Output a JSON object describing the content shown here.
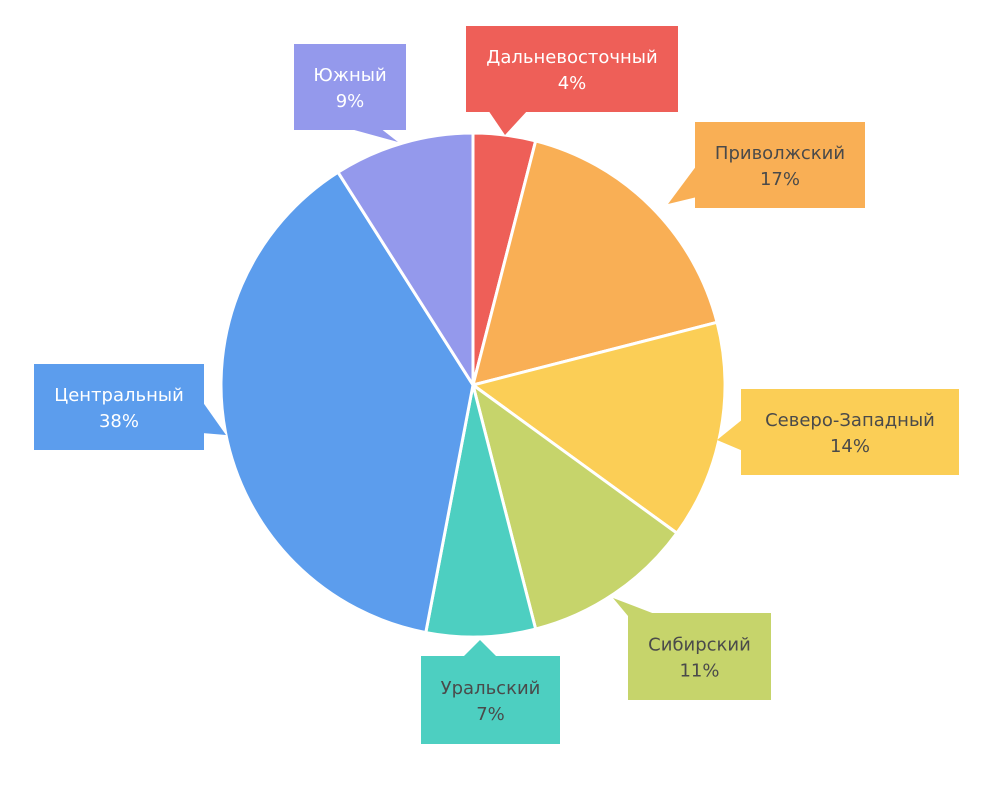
{
  "chart_data": {
    "type": "pie",
    "title": "",
    "slices": [
      {
        "label": "Дальневосточный",
        "value": 4,
        "value_label": "4%",
        "color": "#EE5F58"
      },
      {
        "label": "Приволжский",
        "value": 17,
        "value_label": "17%",
        "color": "#F9AF55"
      },
      {
        "label": "Северо-Западный",
        "value": 14,
        "value_label": "14%",
        "color": "#FBCE56"
      },
      {
        "label": "Сибирский",
        "value": 11,
        "value_label": "11%",
        "color": "#C6D46B"
      },
      {
        "label": "Уральский",
        "value": 7,
        "value_label": "7%",
        "color": "#4DCFC1"
      },
      {
        "label": "Центральный",
        "value": 38,
        "value_label": "38%",
        "color": "#5C9DED"
      },
      {
        "label": "Южный",
        "value": 9,
        "value_label": "9%",
        "color": "#9499EC"
      }
    ],
    "start_angle": "top",
    "direction": "clockwise",
    "legend": "none",
    "label_style": "callout"
  }
}
